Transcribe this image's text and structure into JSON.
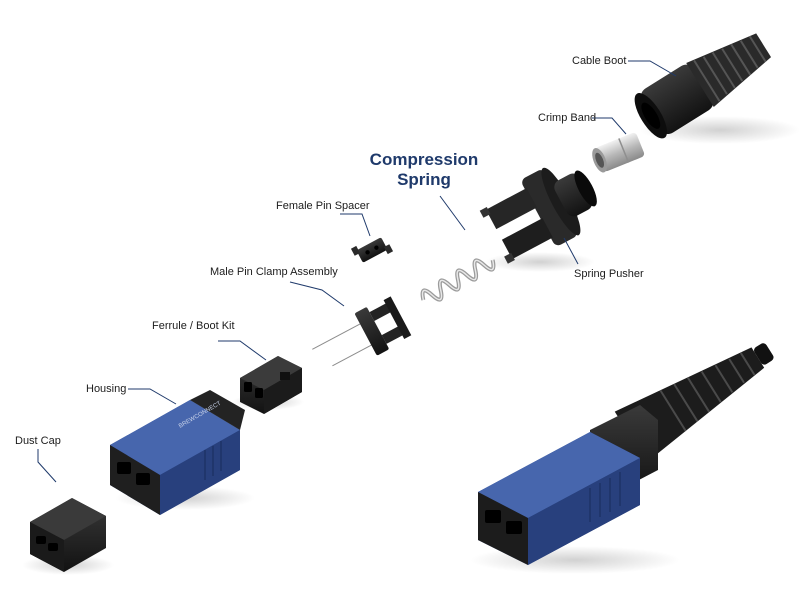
{
  "labels": {
    "cable_boot": "Cable Boot",
    "crimp_band": "Crimp Band",
    "compression_spring_line1": "Compression",
    "compression_spring_line2": "Spring",
    "female_pin_spacer": "Female Pin Spacer",
    "male_pin_clamp_assembly": "Male Pin Clamp Assembly",
    "ferrule_boot_kit": "Ferrule / Boot Kit",
    "housing": "Housing",
    "dust_cap": "Dust Cap",
    "spring_pusher": "Spring Pusher"
  },
  "housing_brand_text": "BREWCONNECT",
  "colors": {
    "leader_line": "#1f3a6b",
    "highlight_text": "#1f3a6b",
    "housing_blue": "#2e4c8f",
    "plastic_black": "#1f1f1f",
    "metal": "#c9c9c9"
  }
}
